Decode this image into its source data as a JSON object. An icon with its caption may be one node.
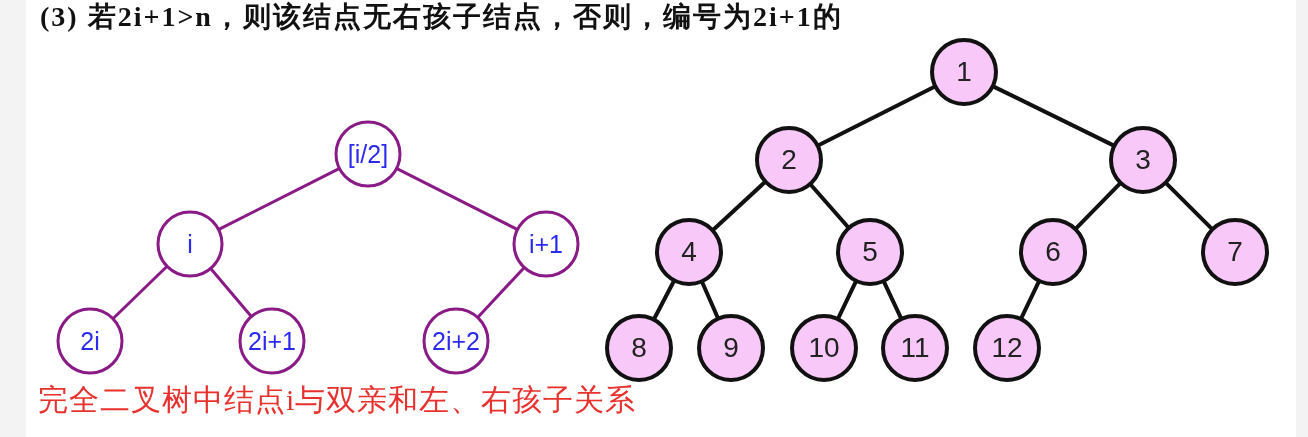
{
  "diagram": {
    "caption": "完全二叉树中结点i与双亲和左、右孩子关系",
    "nodes": [
      {
        "text": [
          "[i/2]"
        ]
      },
      {
        "text": [
          "i"
        ]
      },
      {
        "text": [
          "i+1"
        ]
      },
      {
        "text": [
          "2i"
        ]
      },
      {
        "text": [
          "2i+1"
        ]
      },
      {
        "text": [
          "2i+2"
        ]
      },
      {
        "text": [
          "1"
        ]
      },
      {
        "text": [
          "2"
        ]
      },
      {
        "text": [
          "3"
        ]
      },
      {
        "text": [
          "4"
        ]
      },
      {
        "text": [
          "5"
        ]
      },
      {
        "text": [
          "6"
        ]
      },
      {
        "text": [
          "7"
        ]
      },
      {
        "text": [
          "8"
        ]
      },
      {
        "text": [
          "9"
        ]
      },
      {
        "text": [
          "10"
        ]
      },
      {
        "text": [
          "11"
        ]
      },
      {
        "text": [
          "12"
        ]
      }
    ],
    "edges": [
      {
        "from": 0,
        "to": 1,
        "arrow": "none",
        "color": "#8a1a86"
      },
      {
        "from": 0,
        "to": 2,
        "arrow": "none",
        "color": "#8a1a86"
      },
      {
        "from": 1,
        "to": 3,
        "arrow": "none",
        "color": "#8a1a86"
      },
      {
        "from": 1,
        "to": 4,
        "arrow": "none",
        "color": "#8a1a86"
      },
      {
        "from": 2,
        "to": 5,
        "arrow": "none",
        "color": "#8a1a86"
      },
      {
        "from": 6,
        "to": 7,
        "arrow": "none"
      },
      {
        "from": 6,
        "to": 8,
        "arrow": "none"
      },
      {
        "from": 7,
        "to": 9,
        "arrow": "none"
      },
      {
        "from": 7,
        "to": 10,
        "arrow": "none"
      },
      {
        "from": 8,
        "to": 11,
        "arrow": "none"
      },
      {
        "from": 8,
        "to": 12,
        "arrow": "none"
      },
      {
        "from": 9,
        "to": 13,
        "arrow": "none"
      },
      {
        "from": 9,
        "to": 14,
        "arrow": "none"
      },
      {
        "from": 10,
        "to": 15,
        "arrow": "none"
      },
      {
        "from": 10,
        "to": 16,
        "arrow": "none"
      },
      {
        "from": 11,
        "to": 17,
        "arrow": "none"
      }
    ],
    "labels": [
      "(3) 若2i+1>n，则该结点无右孩子结点，否则，编号为2i+1的"
    ]
  }
}
